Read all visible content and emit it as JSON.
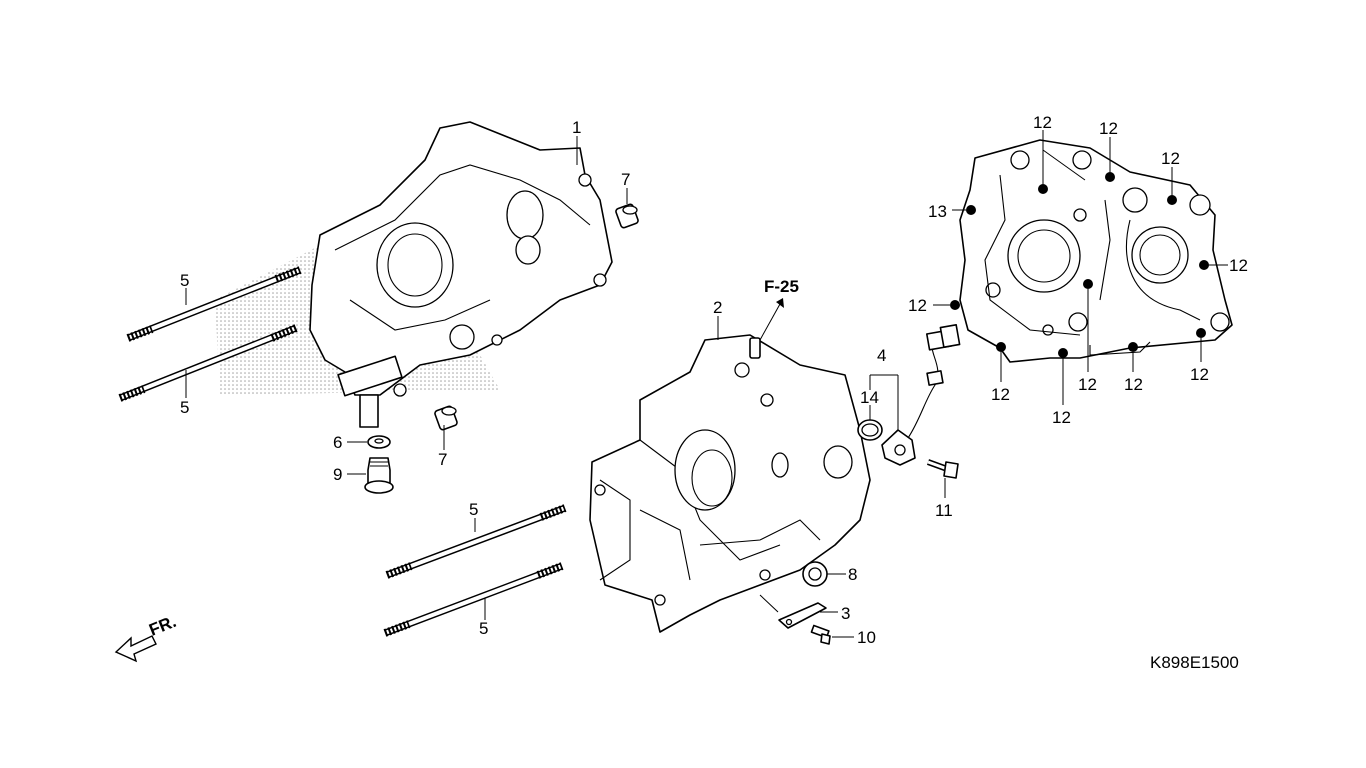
{
  "diagram": {
    "ref_code": "K898E1500",
    "section_ref": "F-25",
    "direction_label": "FR.",
    "callouts": {
      "c1": "1",
      "c2": "2",
      "c3": "3",
      "c4": "4",
      "c5a": "5",
      "c5b": "5",
      "c5c": "5",
      "c5d": "5",
      "c6": "6",
      "c7a": "7",
      "c7b": "7",
      "c8": "8",
      "c9": "9",
      "c10": "10",
      "c11": "11",
      "c12a": "12",
      "c12b": "12",
      "c12c": "12",
      "c12d": "12",
      "c12e": "12",
      "c12f": "12",
      "c12g": "12",
      "c12h": "12",
      "c12i": "12",
      "c12j": "12",
      "c13": "13",
      "c14": "14"
    }
  }
}
